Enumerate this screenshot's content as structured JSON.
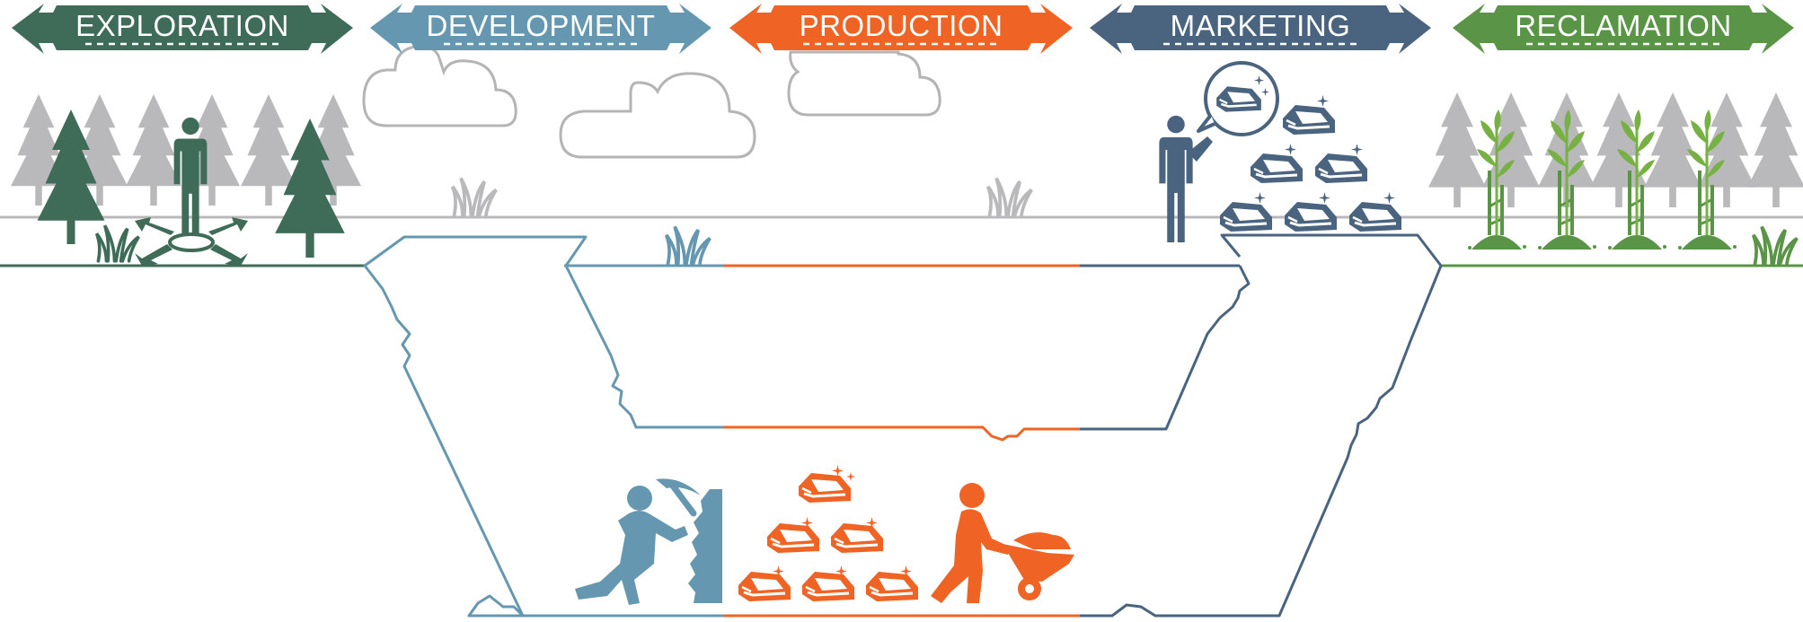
{
  "stages": [
    {
      "id": "exploration",
      "label": "EXPLORATION",
      "color": "#3f6b59"
    },
    {
      "id": "development",
      "label": "DEVELOPMENT",
      "color": "#6598b0"
    },
    {
      "id": "production",
      "label": "PRODUCTION",
      "color": "#ef6424"
    },
    {
      "id": "marketing",
      "label": "MARKETING",
      "color": "#4a6480"
    },
    {
      "id": "reclamation",
      "label": "RECLAMATION",
      "color": "#5a9447"
    }
  ],
  "colors": {
    "gray": "#b9b9bb",
    "cloud": "#b4b4b4",
    "exploration": "#3f6b59",
    "development": "#6598b0",
    "production": "#ef6424",
    "marketing": "#4a6480",
    "reclamation": "#5a9447",
    "sapling": "#77b043"
  },
  "icons": [
    "arrow-banner-icon",
    "tree-icon",
    "person-icon",
    "compass-arrows-icon",
    "grass-icon",
    "cloud-icon",
    "gold-bar-icon",
    "sparkle-icon",
    "speech-bubble-icon",
    "miner-pickaxe-icon",
    "wheelbarrow-worker-icon",
    "sapling-icon"
  ]
}
